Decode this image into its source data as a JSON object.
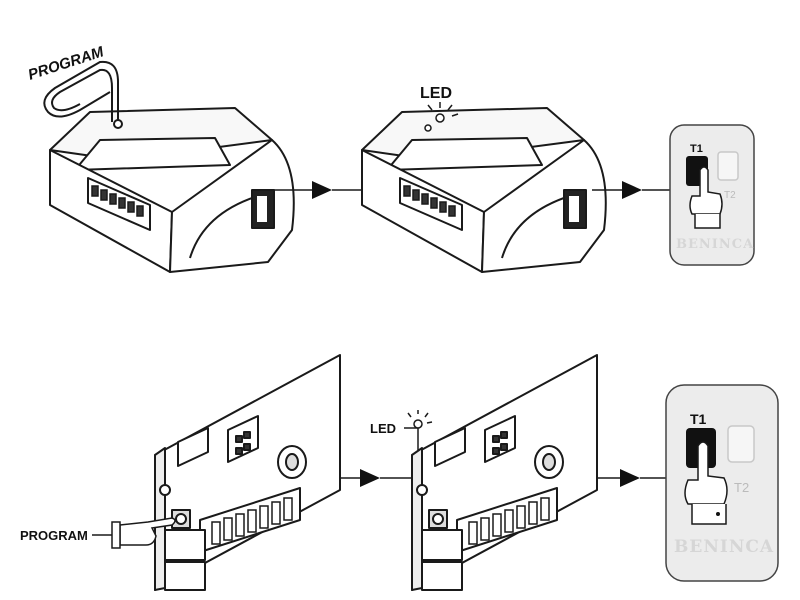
{
  "top_row": {
    "program_label": "PROGRAM",
    "led_label": "LED",
    "remote": {
      "t1": "T1",
      "t2": "T2",
      "brand": "BENINCA"
    }
  },
  "bottom_row": {
    "program_label": "PROGRAM",
    "led_label": "LED",
    "remote": {
      "t1": "T1",
      "t2": "T2",
      "brand": "BENINCA"
    }
  },
  "colors": {
    "line": "#1a1a1a",
    "device_fill": "#ffffff",
    "board_fill": "#ffffff",
    "remote_fill": "#ececec",
    "brand": "#d6d6d6",
    "key_dark": "#111111"
  }
}
